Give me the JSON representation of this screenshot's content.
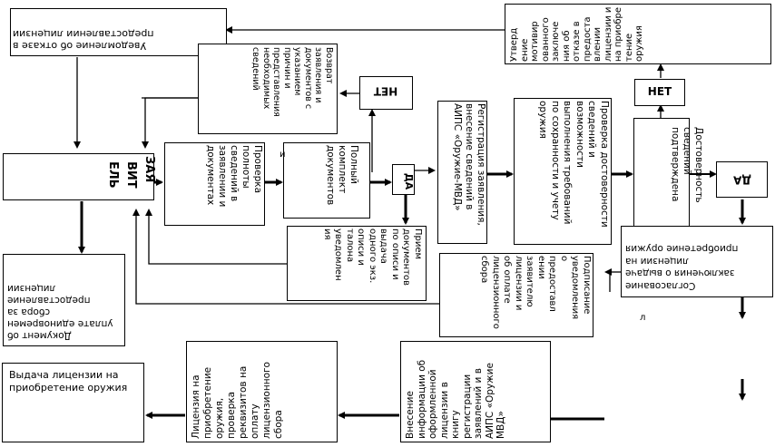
{
  "nodes": {
    "notice_refusal": "Уведомление об отказе в\nпредоставлении лицензии",
    "refusal_conclusion": "Утверд\nение\nмотивир\nованного\nзаключе\nния об\nотказе в\nпредоста\nвлении\nлицензии\nи на\nприобре\nтение\nоружия",
    "return_docs": "Возврат\nзаявления и\nдокументов с\nуказанием\nпричин и\nпредставления\nнеобходимых\nсведений",
    "decision_no_1": "НЕТ",
    "decision_no_2": "НЕТ",
    "registration": "Регистрация заявления,\nвнесение сведений в\nАИПС «Оружие-МВД»",
    "verification": "Проверка достоверности\nсведений и\nвозможности\nвыполнения требований\nпо сохранности и учету\nоружия",
    "authenticity": "Достоверность\nсведений\nподтверждена",
    "decision_yes_1": "ДА",
    "decision_yes_2": "ДА",
    "applicant_line1": "ЗАЯ",
    "applicant_line2": "ВИТ",
    "applicant_line3": "ЕЛЬ",
    "check_docs": "Проверка\nполноты\nсведений в\nзаявлении и\nдокументах",
    "complete_set": "Полный\nкомплект\nдокументов",
    "conjunction": "и",
    "fee_document": "Документ об\nуплате единовремен\nсбора за\nпредоставление\nлицензии",
    "accept_docs": "Прием\nдокументов\nпо описи и\nвыдача\nодного экз.\nописи и\nталона\nуведомлен\nия",
    "sign_notice": "Подписание\nуведомления\nо\nпредоставл\nении\nзаявителю\nлицензии и\nоб оплате\nлицензионного сбора",
    "approval_conclusion": "Согласование\nзаключения о выдаче\nлицензии на\nприобретение оружия",
    "issue_license": "Выдача лицензии на\nприобретение оружия",
    "license_check": "Лицензия на\nприобретение\nоружия,\nпроверка\nреквизитов на\nоплату\nлицензионного\nсбора",
    "register_entry": "Внесение\nинформации об\nоформленной\nлицензии в\nкнигу\nрегистрации\nзаявлений и в\nАИПС «Оружие\nМВД»",
    "stray_letter": "л"
  }
}
